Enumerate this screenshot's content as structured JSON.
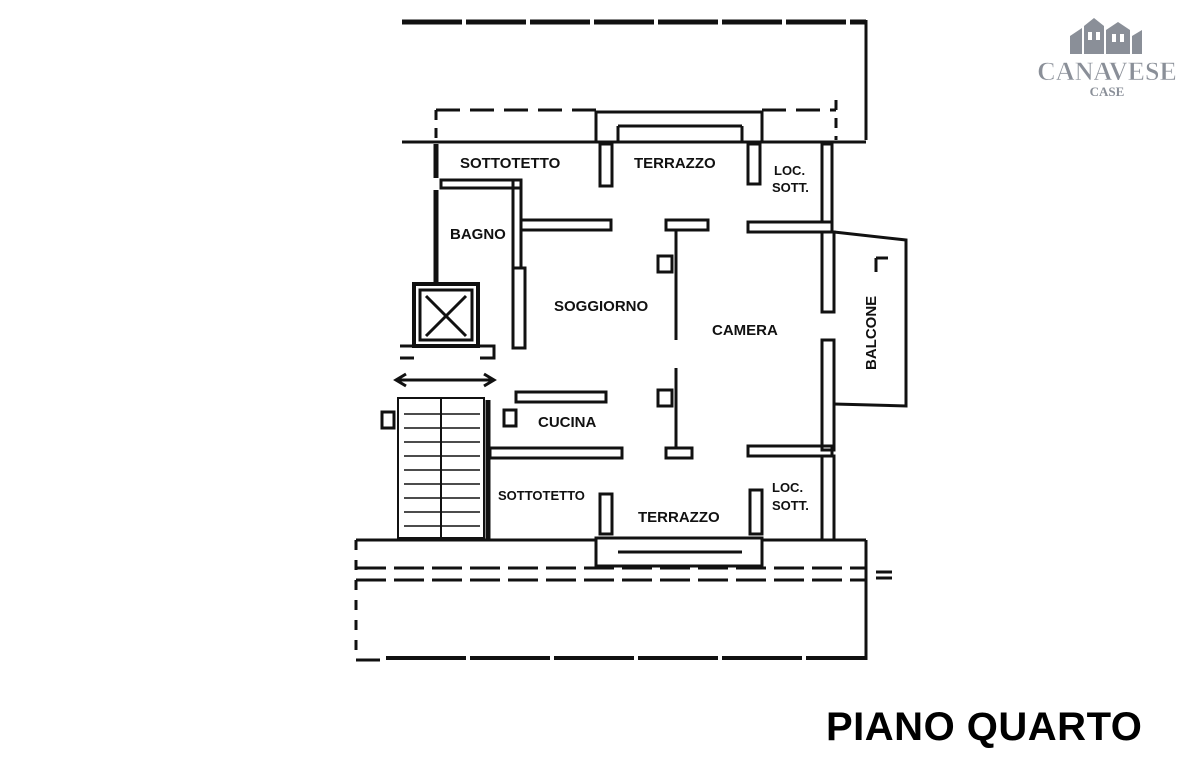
{
  "title": "PIANO QUARTO",
  "logo": {
    "name": "CANAVESE",
    "sub": "CASE"
  },
  "rooms": {
    "sottotetto_top": "SOTTOTETTO",
    "terrazzo_top": "TERRAZZO",
    "loc_sott_top_1": "LOC.",
    "loc_sott_top_2": "SOTT.",
    "bagno": "BAGNO",
    "soggiorno": "SOGGIORNO",
    "camera": "CAMERA",
    "balcone": "BALCONE",
    "cucina": "CUCINA",
    "sottotetto_bottom": "SOTTOTETTO",
    "terrazzo_bottom": "TERRAZZO",
    "loc_sott_bottom_1": "LOC.",
    "loc_sott_bottom_2": "SOTT."
  },
  "colors": {
    "ink": "#111111",
    "logo": "#8a8f98"
  }
}
